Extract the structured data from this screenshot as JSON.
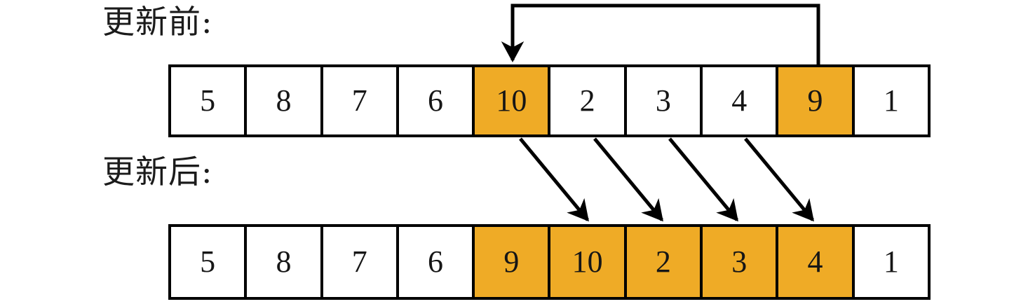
{
  "diagram": {
    "title_before": "更新前:",
    "title_after": "更新后:",
    "highlight_color": "#efab26",
    "line_color": "#000000",
    "background": "#ffffff"
  },
  "array_before": {
    "label": "更新前:",
    "cells": [
      {
        "value": "5",
        "highlighted": false
      },
      {
        "value": "8",
        "highlighted": false
      },
      {
        "value": "7",
        "highlighted": false
      },
      {
        "value": "6",
        "highlighted": false
      },
      {
        "value": "10",
        "highlighted": true
      },
      {
        "value": "2",
        "highlighted": false
      },
      {
        "value": "3",
        "highlighted": false
      },
      {
        "value": "4",
        "highlighted": false
      },
      {
        "value": "9",
        "highlighted": true
      },
      {
        "value": "1",
        "highlighted": false
      }
    ]
  },
  "array_after": {
    "label": "更新后:",
    "cells": [
      {
        "value": "5",
        "highlighted": false
      },
      {
        "value": "8",
        "highlighted": false
      },
      {
        "value": "7",
        "highlighted": false
      },
      {
        "value": "6",
        "highlighted": false
      },
      {
        "value": "9",
        "highlighted": true
      },
      {
        "value": "10",
        "highlighted": true
      },
      {
        "value": "2",
        "highlighted": true
      },
      {
        "value": "3",
        "highlighted": true
      },
      {
        "value": "4",
        "highlighted": true
      },
      {
        "value": "1",
        "highlighted": false
      }
    ]
  },
  "arrows": {
    "move_to_front": {
      "from_index": 8,
      "to_index": 4,
      "description": "9 moves to position of 10"
    },
    "shifts": [
      {
        "from_index": 4,
        "to_index": 5,
        "value": "10"
      },
      {
        "from_index": 5,
        "to_index": 6,
        "value": "2"
      },
      {
        "from_index": 6,
        "to_index": 7,
        "value": "3"
      },
      {
        "from_index": 7,
        "to_index": 8,
        "value": "4"
      }
    ]
  }
}
